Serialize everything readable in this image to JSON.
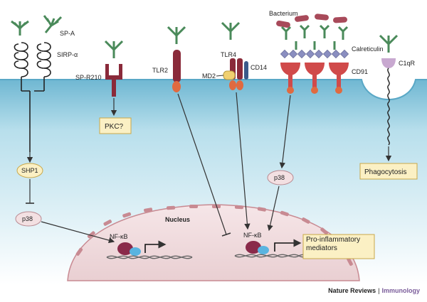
{
  "labels": {
    "sp_a": "SP-A",
    "sirp_alpha": "SIRP-α",
    "sp_r210": "SP-R210",
    "tlr2": "TLR2",
    "tlr4": "TLR4",
    "cd14": "CD14",
    "md2": "MD2",
    "bacterium": "Bacterium",
    "calreticulin": "Calreticulin",
    "cd91": "CD91",
    "c1qr": "C1qR",
    "nucleus": "Nucleus"
  },
  "boxes": {
    "pkc": "PKC?",
    "phagocytosis": "Phagocytosis",
    "pro_inflammatory": "Pro-inflammatory mediators"
  },
  "nodes": {
    "shp1": "SHP1",
    "p38_left": "p38",
    "p38_right": "p38",
    "nfkb_left": "NF-κB",
    "nfkb_right": "NF-κB"
  },
  "footer": {
    "publisher": "Nature Reviews",
    "separator": "|",
    "journal": "Immunology"
  },
  "colors": {
    "membrane": "#8ccbe0",
    "membrane_light": "#d6eef6",
    "nucleus": "#f3e0e2",
    "nuclear_pore": "#c88a92",
    "ligand": "#4a8a5a",
    "box_fill": "#fbf0c4",
    "box_stroke": "#c8a84a",
    "receptor_dark": "#8a2a3a",
    "receptor_orange": "#e06a40",
    "dna": "#666666"
  }
}
